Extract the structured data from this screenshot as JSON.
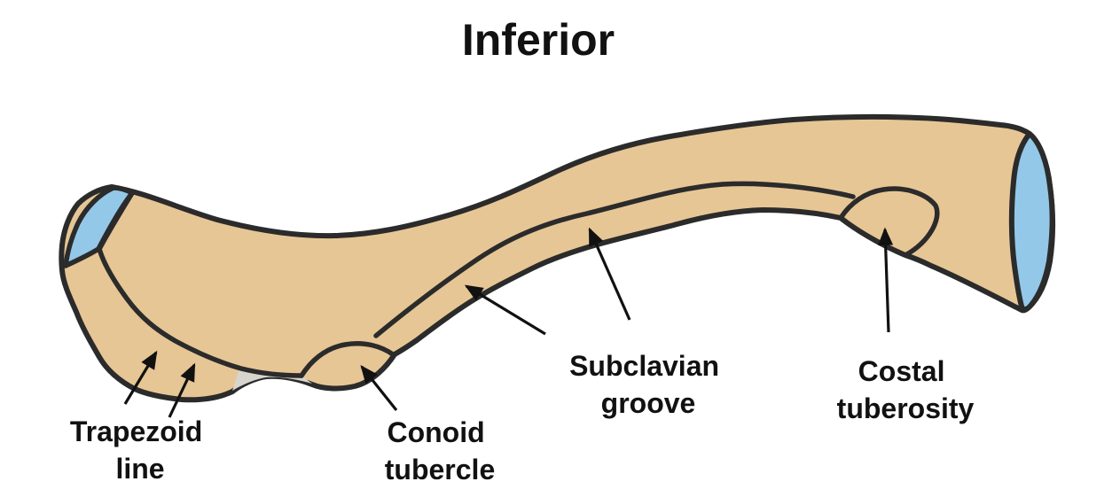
{
  "title": "Inferior",
  "labels": {
    "trapezoid_line": {
      "line1": "Trapezoid",
      "line2": "line"
    },
    "conoid_tubercle": {
      "line1": "Conoid",
      "line2": "tubercle"
    },
    "subclavian_groove": {
      "line1": "Subclavian",
      "line2": "groove"
    },
    "costal_tuberosity": {
      "line1": "Costal",
      "line2": "tuberosity"
    }
  },
  "colors": {
    "bone": "#e7c695",
    "articular_facet": "#93c8e9",
    "outline": "#2b2b2b",
    "recess_shadow": "#d8d4ce",
    "arrow": "#111111",
    "text": "#111111",
    "background": "#ffffff"
  }
}
